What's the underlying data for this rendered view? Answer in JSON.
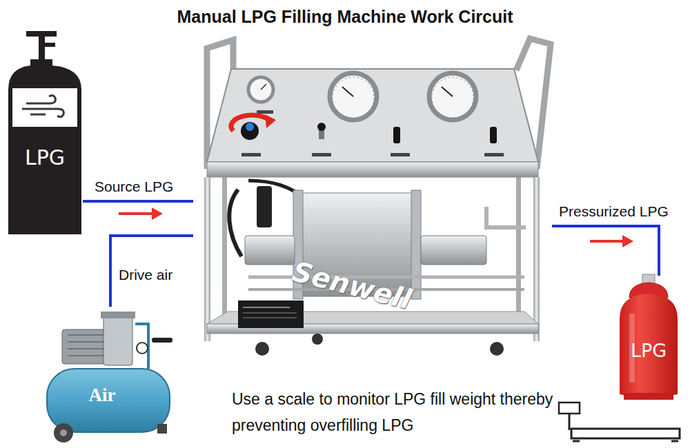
{
  "diagram": {
    "title": "Manual LPG Filling Machine Work Circuit",
    "caption": "Use a scale to monitor LPG fill weight thereby preventing overfilling LPG",
    "nodes": [
      {
        "text": [
          "LPG"
        ]
      },
      {
        "text": [
          "Senwell"
        ]
      },
      {
        "text": [
          "Air"
        ]
      },
      {
        "text": [
          "LPG"
        ]
      }
    ],
    "edges": [
      {
        "from": 0,
        "to": 1,
        "label": "Source LPG",
        "arrow": "to"
      },
      {
        "from": 2,
        "to": 1,
        "label": "Drive air",
        "arrow": "none"
      },
      {
        "from": 1,
        "to": 3,
        "label": "Pressurized LPG",
        "arrow": "to"
      }
    ]
  }
}
